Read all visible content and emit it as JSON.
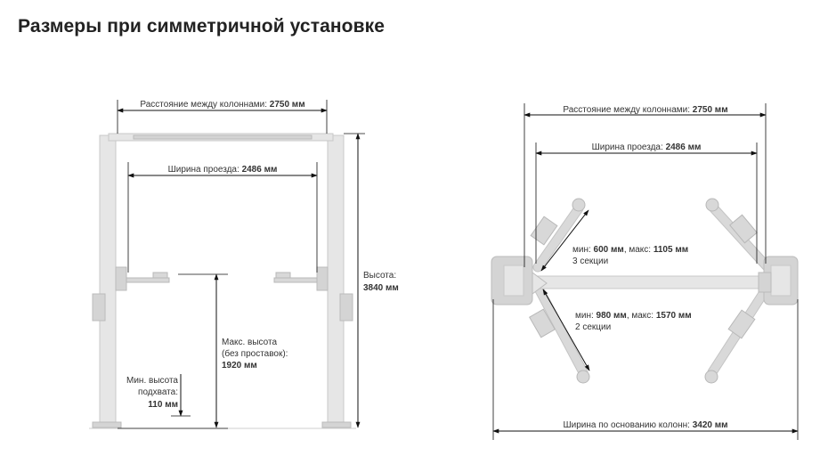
{
  "title": "Размеры при симметричной установке",
  "front_view": {
    "dist_between_columns": {
      "text": "Расстояние между колоннами: ",
      "value": "2750 мм"
    },
    "drive_width": {
      "text": "Ширина проезда: ",
      "value": "2486 мм"
    },
    "height": {
      "line1": "Высота:",
      "value": "3840 мм"
    },
    "max_height": {
      "line1": "Макс. высота",
      "line2": "(без проставок):",
      "value": "1920 мм"
    },
    "min_height": {
      "line1": "Мин. высота",
      "line2": "подхвата:",
      "value": "110 мм"
    }
  },
  "top_view": {
    "dist_between_columns": {
      "text": "Расстояние между колоннами: ",
      "value": "2750 мм"
    },
    "drive_width": {
      "text": "Ширина проезда: ",
      "value": "2486 мм"
    },
    "arm_short": {
      "min_text": "мин: ",
      "min_value": "600 мм",
      "max_text": ", макс: ",
      "max_value": "1105 мм",
      "sections": "3 секции"
    },
    "arm_long": {
      "min_text": "мин: ",
      "min_value": "980 мм",
      "max_text": ", макс: ",
      "max_value": "1570 мм",
      "sections": "2 секции"
    },
    "base_width": {
      "text": "Ширина по основанию колонн: ",
      "value": "3420 мм"
    }
  }
}
